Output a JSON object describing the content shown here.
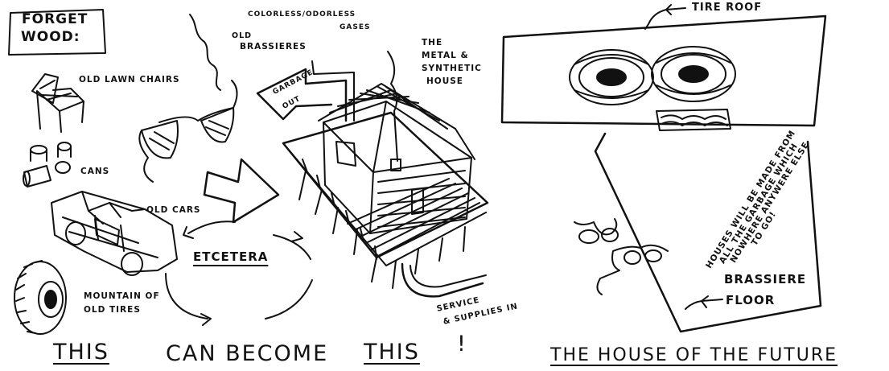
{
  "left_panel": {
    "header_line1": "FORGET",
    "header_line2": "WOOD:",
    "lawn_chairs": "OLD LAWN CHAIRS",
    "cans": "CANS",
    "old_cars": "OLD CARS",
    "etcetera": "ETCETERA",
    "tires_line1": "MOUNTAIN OF",
    "tires_line2": "OLD TIRES",
    "brassieres_line1": "OLD",
    "brassieres_line2": "BRASSIERES",
    "gases_line1": "COLORLESS/ODORLESS",
    "gases_line2": "GASES",
    "house_line1": "THE",
    "house_line2": "METAL &",
    "house_line3": "SYNTHETIC",
    "house_line4": "HOUSE",
    "garbage_line1": "GARBAGE",
    "garbage_line2": "OUT",
    "service_line1": "SERVICE",
    "service_line2": "& SUPPLIES IN"
  },
  "caption_left": {
    "this1": "THIS",
    "can_become": "CAN BECOME",
    "this2": "THIS",
    "bang": "!"
  },
  "right_panel": {
    "tire_roof": "TIRE ROOF",
    "note_line1": "HOUSES WILL BE MADE FROM",
    "note_line2": "ALL THE GARBAGE WHICH",
    "note_line3": "NOWHERE ANYWERE ELSE",
    "note_line4": "TO GO!",
    "brassiere_floor_line1": "BRASSIERE",
    "brassiere_floor_line2": "FLOOR"
  },
  "caption_right": "THE HOUSE OF THE FUTURE"
}
